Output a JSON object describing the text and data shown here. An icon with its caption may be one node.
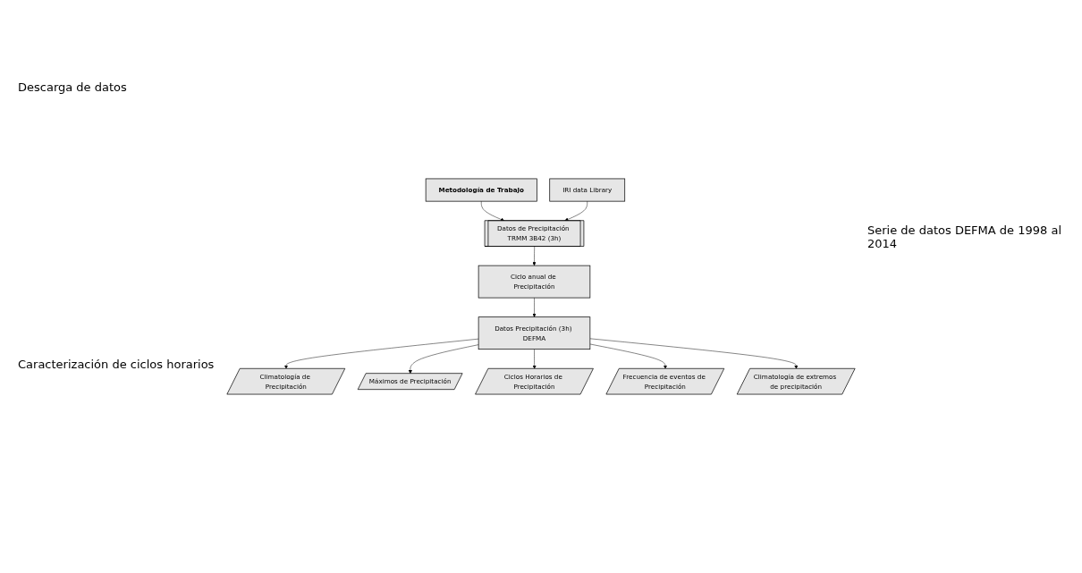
{
  "diagram": {
    "nodes": [
      {
        "text": [
          "Metodología de Trabajo"
        ]
      },
      {
        "text": [
          "IRI data Library"
        ]
      },
      {
        "text": [
          "Datos de Precipitación TRMM 3B42 (3h)"
        ]
      },
      {
        "text": [
          "Ciclo anual de Precipitación"
        ]
      },
      {
        "text": [
          "Datos Precipitación (3h) DEFMA"
        ]
      },
      {
        "text": [
          "Climatología de Precipitación"
        ]
      },
      {
        "text": [
          "Máximos de Precipitación"
        ]
      },
      {
        "text": [
          "Frecuencia de eventos de Precipitación"
        ]
      },
      {
        "text": [
          "Climatología de extremos de precipitación"
        ]
      },
      {
        "text": [
          "Ciclos Horarios de Precipitación"
        ]
      }
    ],
    "edges": [
      {
        "from": 0,
        "to": 2,
        "arrow": "to"
      },
      {
        "from": 1,
        "to": 2,
        "arrow": "to"
      },
      {
        "from": 2,
        "to": 3,
        "arrow": "to"
      },
      {
        "from": 3,
        "to": 4,
        "arrow": "to"
      },
      {
        "from": 4,
        "to": 5,
        "arrow": "to"
      },
      {
        "from": 4,
        "to": 6,
        "arrow": "to"
      },
      {
        "from": 4,
        "to": 9,
        "arrow": "to"
      },
      {
        "from": 4,
        "to": 7,
        "arrow": "to"
      },
      {
        "from": 4,
        "to": 8,
        "arrow": "to"
      }
    ],
    "labels": [
      "Descarga de datos",
      "Serie de datos DEFMA de 1998 al 2014",
      "Caracterización de ciclos horarios"
    ]
  }
}
